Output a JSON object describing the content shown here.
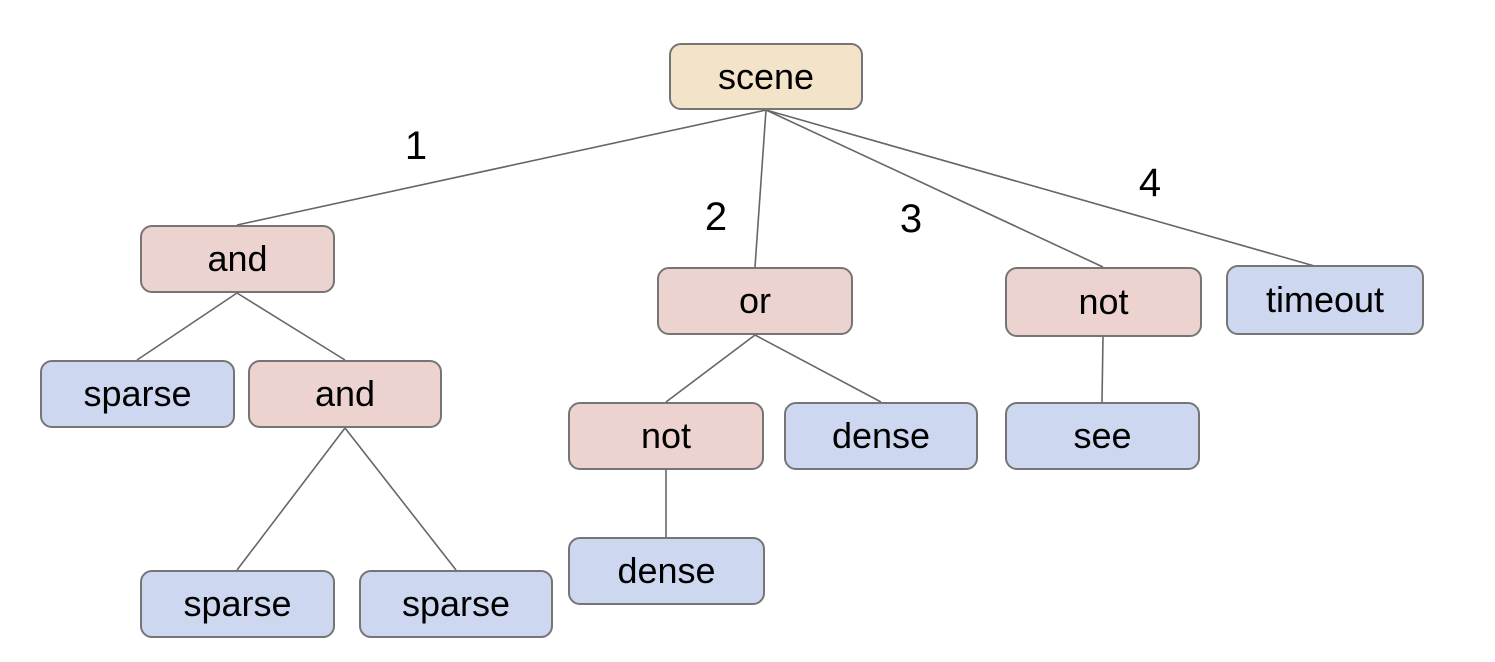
{
  "tree": {
    "label": "scene",
    "type": "root",
    "children": [
      {
        "edge_label": "1",
        "label": "and",
        "type": "operator",
        "children": [
          {
            "label": "sparse",
            "type": "leaf",
            "children": []
          },
          {
            "label": "and",
            "type": "operator",
            "children": [
              {
                "label": "sparse",
                "type": "leaf",
                "children": []
              },
              {
                "label": "sparse",
                "type": "leaf",
                "children": []
              }
            ]
          }
        ]
      },
      {
        "edge_label": "2",
        "label": "or",
        "type": "operator",
        "children": [
          {
            "label": "not",
            "type": "operator",
            "children": [
              {
                "label": "dense",
                "type": "leaf",
                "children": []
              }
            ]
          },
          {
            "label": "dense",
            "type": "leaf",
            "children": []
          }
        ]
      },
      {
        "edge_label": "3",
        "label": "not",
        "type": "operator",
        "children": [
          {
            "label": "see",
            "type": "leaf",
            "children": []
          }
        ]
      },
      {
        "edge_label": "4",
        "label": "timeout",
        "type": "leaf",
        "children": []
      }
    ]
  },
  "colors": {
    "root_fill": "#f3e4c9",
    "operator_fill": "#ecd3d0",
    "leaf_fill": "#cdd8f0",
    "node_border": "#757575",
    "edge_line": "#666666",
    "text": "#000000",
    "background": "#ffffff"
  }
}
